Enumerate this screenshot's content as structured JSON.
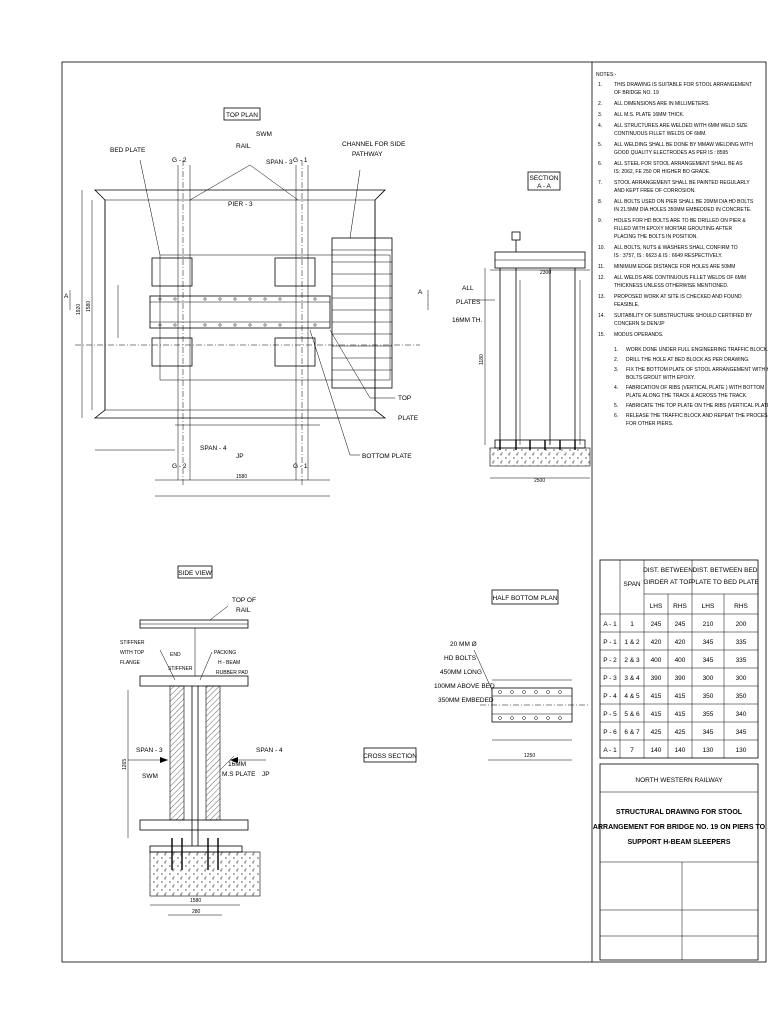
{
  "views": {
    "top_plan": "TOP PLAN",
    "section_aa": [
      "SECTION",
      "A - A"
    ],
    "side_view": "SIDE VIEW",
    "half_bottom_plan": "HALF BOTTOM PLAN",
    "cross_section": "CROSS SECTION"
  },
  "top_plan_labels": {
    "bed_plate": "BED PLATE",
    "rail": "RAIL",
    "swm": "SWM",
    "span3": "SPAN - 3",
    "g2": "G - 2",
    "g1": "G - 1",
    "channel": [
      "CHANNEL FOR SIDE",
      "PATHWAY"
    ],
    "pier3": "PIER - 3",
    "a_left": "A",
    "a_right": "A",
    "top_plate": [
      "TOP",
      "PLATE"
    ],
    "bottom_plate": "BOTTOM PLATE",
    "span4": "SPAN - 4",
    "jp": "JP",
    "g2b": "G - 2",
    "g1b": "G - 1",
    "dim_1920": "1920",
    "dim_1580": "1580",
    "dim_1580b": "1580"
  },
  "section_labels": {
    "all_plates": [
      "ALL",
      "PLATES",
      "16MM TH."
    ],
    "dim_2300": "2300",
    "dim_2500": "2500",
    "dim_1180": "1180"
  },
  "side_view_labels": {
    "top_of_rail": [
      "TOP OF",
      "RAIL"
    ],
    "stiffner_flange": [
      "STIFFNER",
      "WITH TOP",
      "FLANGE"
    ],
    "end": "END",
    "packing": "PACKING",
    "h_beam": "H - BEAM",
    "rubber_pad": "RUBBER PAD",
    "stiffner": "STIFFNER",
    "span3": "SPAN - 3",
    "swm": "SWM",
    "span4": "SPAN - 4",
    "jp": "JP",
    "ms_plate": [
      "16MM",
      "M.S PLATE"
    ],
    "dim_1265": "1265",
    "dim_1580": "1580",
    "dim_280": "280"
  },
  "bottom_plan_labels": {
    "bolts": [
      "20 MM Ø",
      "HD BOLTS",
      "450MM LONG",
      "100MM ABOVE BED",
      "350MM EMBEDED"
    ],
    "dim_1250": "1250"
  },
  "notes": {
    "heading": "NOTES:-",
    "items": [
      {
        "n": "1.",
        "lines": [
          "THIS DRAWING IS SUITABLE FOR STOOL ARRANGEMENT",
          "OF BRIDGE NO. 19"
        ]
      },
      {
        "n": "2.",
        "lines": [
          "ALL DIMENSIONS ARE IN MILLIMETERS."
        ]
      },
      {
        "n": "3.",
        "lines": [
          "ALL M.S. PLATE 16MM THICK."
        ]
      },
      {
        "n": "4.",
        "lines": [
          "ALL STRUCTURES ARE WELDED WITH 6MM WELD SIZE",
          "CONTINUOUS FILLET WELDS OF 6MM."
        ]
      },
      {
        "n": "5.",
        "lines": [
          "ALL WELDING SHALL BE DONE BY MMAW WELDING WITH",
          "GOOD QUALITY ELECTRODES AS PER IS : 8595"
        ]
      },
      {
        "n": "6.",
        "lines": [
          "ALL STEEL FOR STOOL ARRANGEMENT SHALL BE AS",
          "IS: 2062, FE 250 OR HIGHER BO GRADE."
        ]
      },
      {
        "n": "7.",
        "lines": [
          "STOOL ARRANGEMENT SHALL BE PAINTED REGULARLY",
          "AND KEPT FREE OF CORROSION."
        ]
      },
      {
        "n": "8.",
        "lines": [
          "ALL BOLTS USED ON PIER SHALL BE 20MM DIA HD BOLTS",
          "IN 21.5MM DIA.HOLES 350MM EMBEDDED IN CONCRETE."
        ]
      },
      {
        "n": "9.",
        "lines": [
          "HOLES FOR HD BOLTS ARE TO BE DRILLED ON PIER &",
          "FILLED WITH EPOXY MORTAR GROUTING AFTER",
          "PLACING THE BOLTS IN POSITION."
        ]
      },
      {
        "n": "10.",
        "lines": [
          "ALL BOLTS, NUTS & WASHERS SHALL CONFIRM TO",
          "IS : 3757, IS : 6623 & IS : 6649 RESPECTIVELY."
        ]
      },
      {
        "n": "11.",
        "lines": [
          "MINIMUM EDGE DISTANCE FOR HOLES ARE 50MM"
        ]
      },
      {
        "n": "12.",
        "lines": [
          "ALL WELDS ARE CONTINUOUS FILLET WELDS OF 6MM",
          "THICKNESS UNLESS OTHERWISE MENTIONED."
        ]
      },
      {
        "n": "13.",
        "lines": [
          "PROPOSED WORK AT SITE IS CHECKED AND FOUND",
          "FEASIBLE."
        ]
      },
      {
        "n": "14.",
        "lines": [
          "SUITABILITY OF SUBSTRUCTURE SHOULD CERTIFIED BY",
          "CONCERN Sr.DEN/JP"
        ]
      },
      {
        "n": "15.",
        "lines": [
          "MODUS OPERANDS."
        ]
      }
    ],
    "modus": [
      {
        "n": "1.",
        "lines": [
          "WORK DONE UNDER FULL ENGINEERING TRAFFIC BLOCK."
        ]
      },
      {
        "n": "2.",
        "lines": [
          "DRILL THE HOLE AT BED BLOCK AS PER DRAWING."
        ]
      },
      {
        "n": "3.",
        "lines": [
          "FIX THE BOTTOM PLATE OF STOOL ARRANGEMENT WITH HD",
          "BOLTS GROUT WITH EPOXY."
        ]
      },
      {
        "n": "4.",
        "lines": [
          "FABRICATION OF RIBS (VERTICAL PLATE ) WITH BOTTOM",
          "PLATE ALONG THE TRACK & ACROSS THE TRACK."
        ]
      },
      {
        "n": "5.",
        "lines": [
          "FABRICATE THE TOP PLATE ON THE RIBS (VERTICAL PLATES)."
        ]
      },
      {
        "n": "6.",
        "lines": [
          "RELEASE THE TRAFFIC BLOCK AND REPEAT THE PROCESS",
          "FOR OTHER PIERS."
        ]
      }
    ]
  },
  "table": {
    "span_header": "SPAN",
    "group1": [
      "DIST. BETWEEN",
      "GIRDER AT TOP"
    ],
    "group2": [
      "DIST. BETWEEN BED",
      "PLATE TO BED PLATE"
    ],
    "sub": [
      "LHS",
      "RHS",
      "LHS",
      "RHS"
    ],
    "rows": [
      [
        "A - 1",
        "1",
        "245",
        "245",
        "210",
        "200"
      ],
      [
        "P - 1",
        "1 & 2",
        "420",
        "420",
        "345",
        "335"
      ],
      [
        "P - 2",
        "2 & 3",
        "400",
        "400",
        "345",
        "335"
      ],
      [
        "P - 3",
        "3 & 4",
        "390",
        "390",
        "300",
        "300"
      ],
      [
        "P - 4",
        "4 & 5",
        "415",
        "415",
        "350",
        "350"
      ],
      [
        "P - 5",
        "5 & 6",
        "415",
        "415",
        "355",
        "340"
      ],
      [
        "P - 6",
        "6 & 7",
        "425",
        "425",
        "345",
        "345"
      ],
      [
        "A - 1",
        "7",
        "140",
        "140",
        "130",
        "130"
      ]
    ]
  },
  "title_block": {
    "org": "NORTH  WESTERN RAILWAY",
    "title": [
      "STRUCTURAL DRAWING FOR STOOL",
      "ARRANGEMENT FOR BRIDGE NO. 19 ON PIERS TO",
      "SUPPORT H-BEAM SLEEPERS"
    ]
  }
}
